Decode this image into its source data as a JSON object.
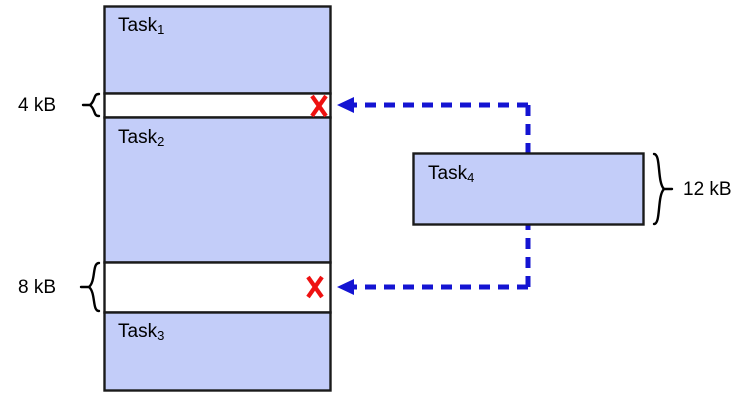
{
  "diagram": {
    "title": "memory-allocation-fragmentation",
    "colors": {
      "block_fill": "#c3cdf9",
      "block_stroke": "#1a1a1a",
      "gap_fill": "#ffffff",
      "arrow": "#1414d2",
      "reject_mark": "#ee1111",
      "text": "#000000"
    }
  },
  "memory": {
    "name": "memory-column",
    "blocks": [
      {
        "id": "task1",
        "label": "Task",
        "subscript": "1",
        "kind": "occupied"
      },
      {
        "id": "gap1",
        "label": "",
        "subscript": "",
        "kind": "free",
        "size": "4 kB"
      },
      {
        "id": "task2",
        "label": "Task",
        "subscript": "2",
        "kind": "occupied"
      },
      {
        "id": "gap2",
        "label": "",
        "subscript": "",
        "kind": "free",
        "size": "8 kB"
      },
      {
        "id": "task3",
        "label": "Task",
        "subscript": "3",
        "kind": "occupied"
      }
    ]
  },
  "gap_labels": {
    "gap1": "4 kB",
    "gap2": "8 kB"
  },
  "incoming_task": {
    "name": "task4-box",
    "label": "Task",
    "subscript": "4",
    "size_label": "12 kB"
  },
  "reject_marks": [
    {
      "id": "reject-gap1",
      "glyph": "X",
      "target": "4 kB free slot"
    },
    {
      "id": "reject-gap2",
      "glyph": "X",
      "target": "8 kB free slot"
    }
  ],
  "arrows": [
    {
      "id": "arrow-to-gap1",
      "from": "task4-box",
      "to": "gap1",
      "style": "dashed"
    },
    {
      "id": "arrow-to-gap2",
      "from": "task4-box",
      "to": "gap2",
      "style": "dashed"
    }
  ]
}
